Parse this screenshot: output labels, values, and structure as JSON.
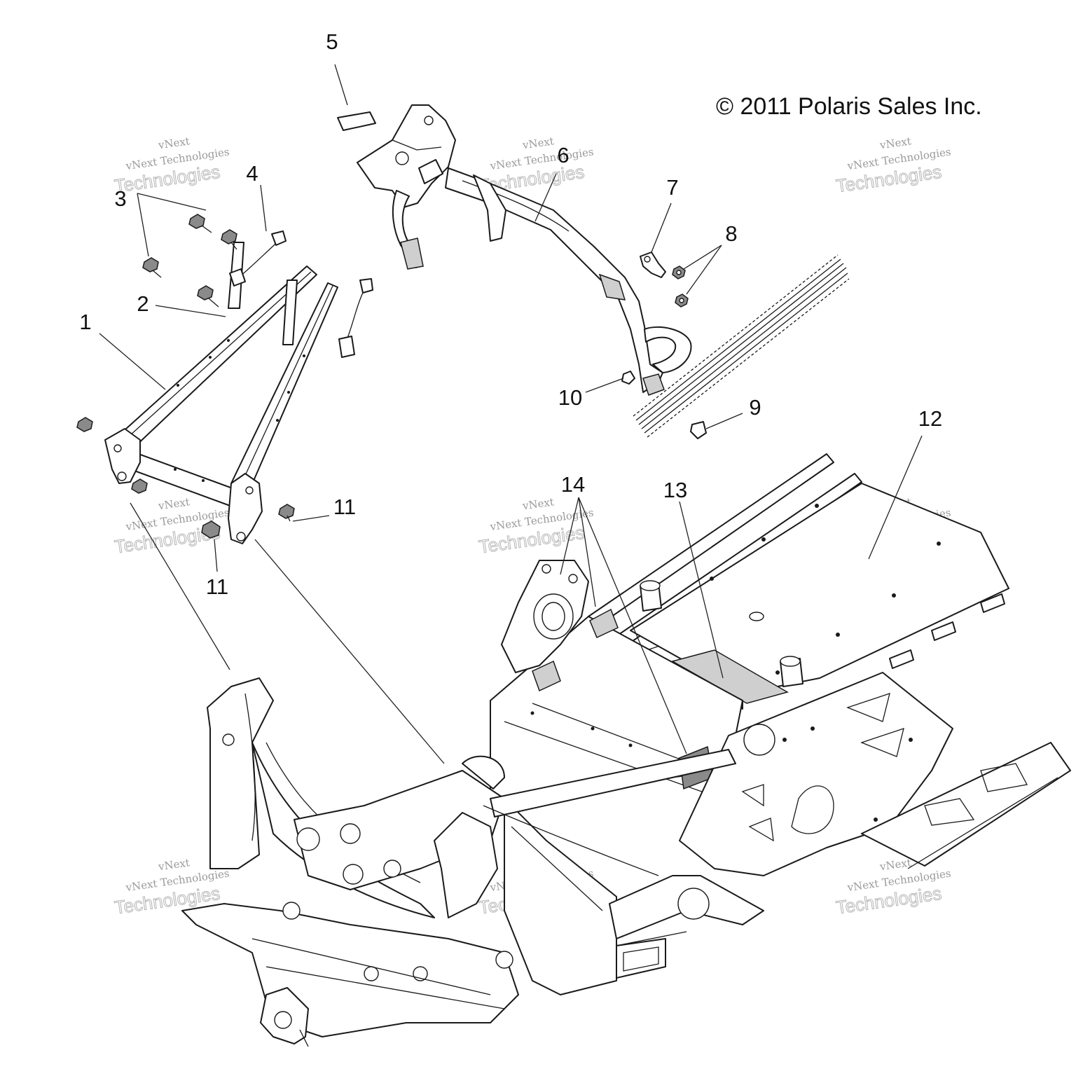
{
  "copyright": "© 2011 Polaris Sales Inc.",
  "watermark": {
    "line1": "vNext Technologies",
    "line2": "Technologies",
    "line3": "vNext"
  },
  "callouts": {
    "c1": "1",
    "c2": "2",
    "c3": "3",
    "c4": "4",
    "c5": "5",
    "c6": "6",
    "c7": "7",
    "c8": "8",
    "c9": "9",
    "c10": "10",
    "c11a": "11",
    "c11b": "11",
    "c12": "12",
    "c13": "13",
    "c14": "14"
  }
}
